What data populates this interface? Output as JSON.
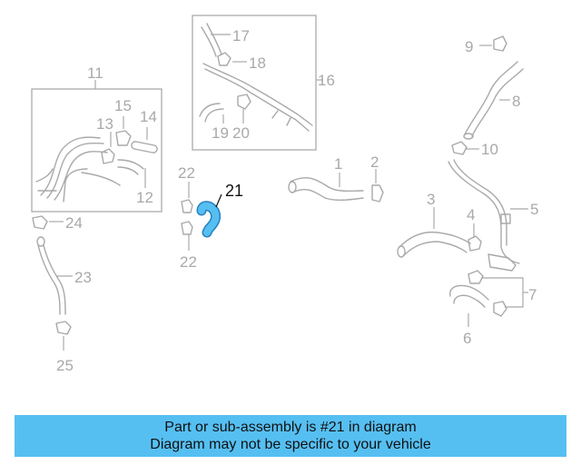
{
  "diagram": {
    "callouts": [
      "1",
      "2",
      "3",
      "4",
      "5",
      "6",
      "7",
      "8",
      "9",
      "10",
      "11",
      "12",
      "13",
      "14",
      "15",
      "16",
      "17",
      "18",
      "19",
      "20",
      "21",
      "22",
      "22",
      "23",
      "24",
      "25"
    ],
    "highlighted_part": "21",
    "highlight_color": "#56bff2"
  },
  "banner": {
    "line1": "Part or sub-assembly is #21 in diagram",
    "line2": "Diagram may not be specific to your vehicle",
    "background": "#56bff2"
  }
}
